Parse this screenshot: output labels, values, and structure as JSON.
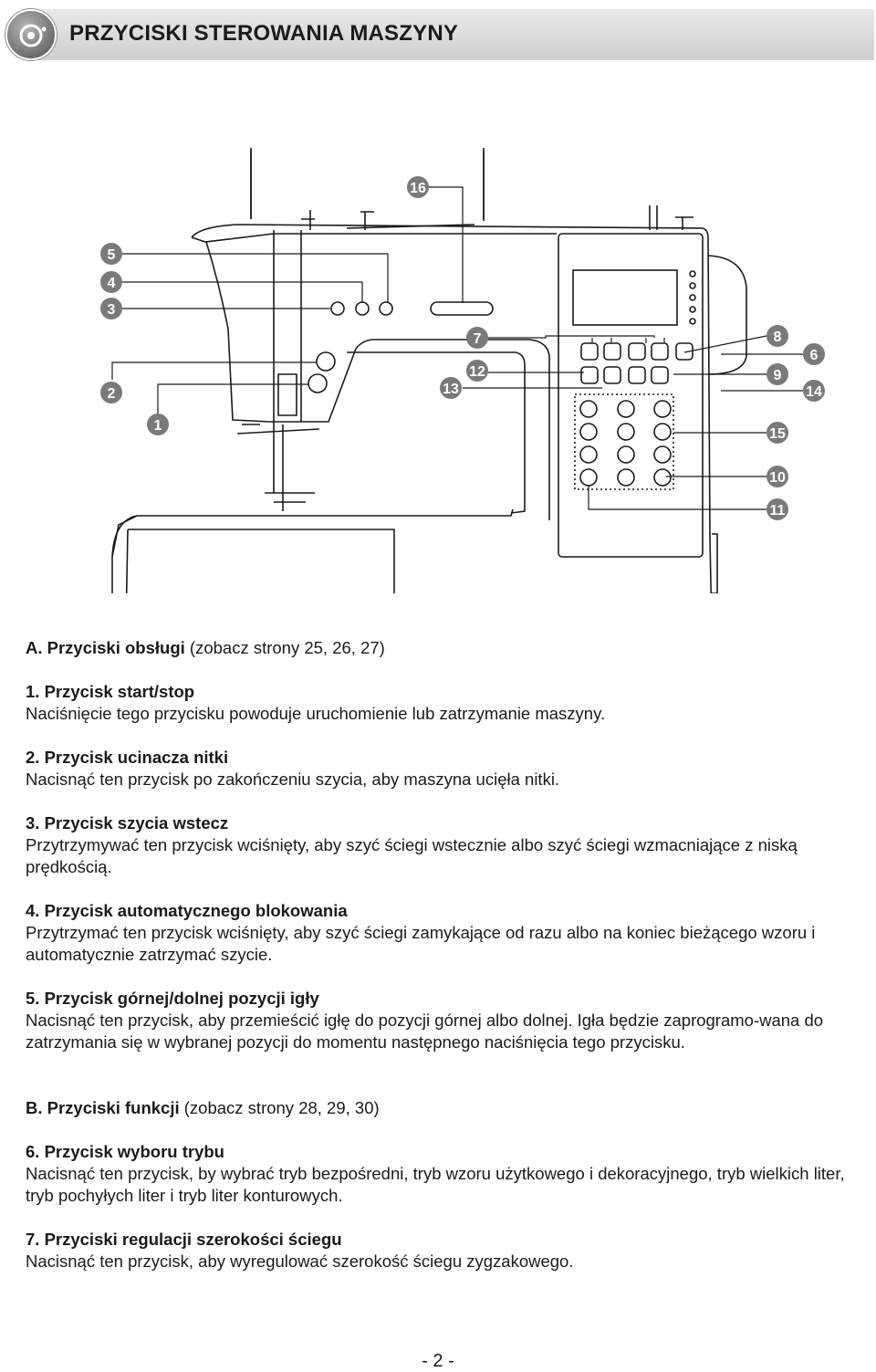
{
  "header": {
    "title": "PRZYCISKI STEROWANIA MASZYNY"
  },
  "figure": {
    "callouts": [
      "1",
      "2",
      "3",
      "4",
      "5",
      "6",
      "7",
      "8",
      "9",
      "10",
      "11",
      "12",
      "13",
      "14",
      "15",
      "16"
    ]
  },
  "section_a": {
    "title": "A. Przyciski obsługi",
    "ref": " (zobacz strony 25, 26, 27)",
    "items": [
      {
        "title": "1. Przycisk start/stop",
        "desc": "Naciśnięcie tego przycisku powoduje uruchomienie lub zatrzymanie maszyny."
      },
      {
        "title": "2. Przycisk ucinacza nitki",
        "desc": "Nacisnąć ten przycisk po zakończeniu szycia, aby maszyna ucięła nitki."
      },
      {
        "title": "3. Przycisk szycia wstecz",
        "desc": "Przytrzymywać ten przycisk wciśnięty, aby szyć ściegi wstecznie albo szyć ściegi wzmacniające z niską prędkością."
      },
      {
        "title": "4. Przycisk automatycznego blokowania",
        "desc": "Przytrzymać ten przycisk wciśnięty, aby szyć ściegi zamykające od razu albo na koniec bieżącego wzoru i automatycznie zatrzymać szycie."
      },
      {
        "title": "5. Przycisk górnej/dolnej pozycji igły",
        "desc": "Nacisnąć ten przycisk, aby przemieścić igłę do pozycji górnej albo dolnej. Igła będzie zaprogramo-wana do zatrzymania się w wybranej pozycji do momentu następnego naciśnięcia tego przycisku."
      }
    ]
  },
  "section_b": {
    "title": "B. Przyciski funkcji",
    "ref": " (zobacz strony 28, 29, 30)",
    "items": [
      {
        "title": "6. Przycisk wyboru trybu",
        "desc": "Nacisnąć ten przycisk, by wybrać tryb bezpośredni, tryb wzoru użytkowego i dekoracyjnego, tryb wielkich liter, tryb pochyłych liter i tryb liter konturowych."
      },
      {
        "title": "7. Przyciski regulacji szerokości ściegu",
        "desc": "Nacisnąć ten przycisk, aby wyregulować szerokość ściegu zygzakowego."
      }
    ]
  },
  "footer": {
    "page": "- 2 -"
  }
}
